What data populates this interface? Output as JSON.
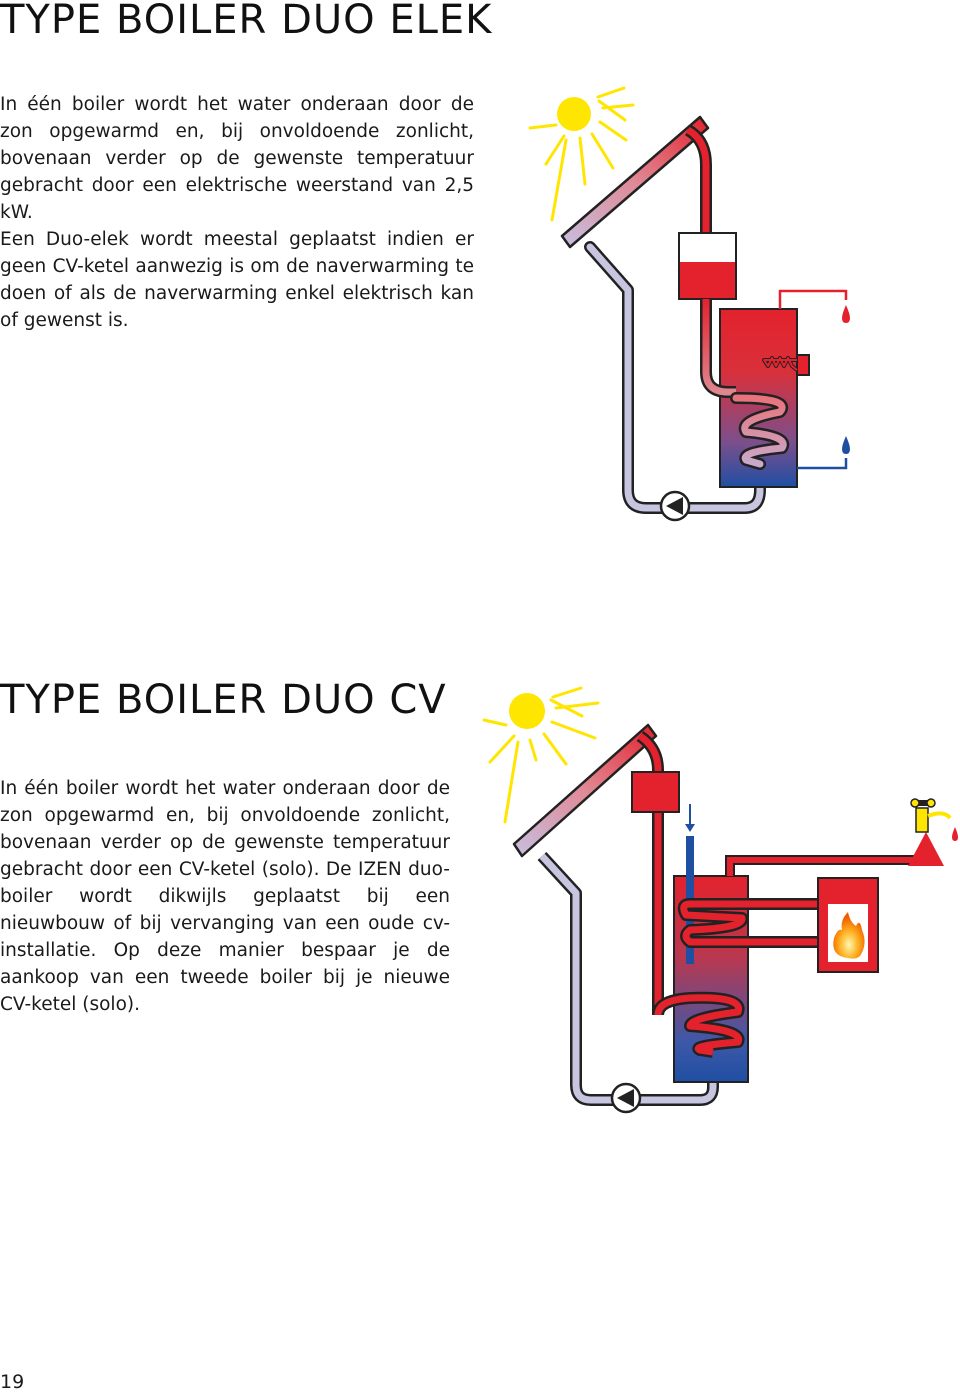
{
  "section1": {
    "title": "TYPE BOILER DUO ELEK",
    "paragraph1": "In één boiler wordt het water onderaan door de zon opgewarmd en, bij onvoldoende zonlicht, bovenaan verder op de gewenste temperatuur gebracht door een elektrische weerstand van 2,5 kW.",
    "paragraph2": "Een Duo-elek wordt meestal geplaatst indien er geen CV-ketel aanwezig is om de naverwarming te doen of als de naverwarming enkel elektrisch kan of gewenst is."
  },
  "section2": {
    "title": "TYPE BOILER DUO CV",
    "paragraph": "In één boiler wordt het water onderaan door de zon opgewarmd en, bij onvoldoende zonlicht, bovenaan verder op de gewenste temperatuur gebracht door een CV-ketel (solo). De IZEN duo-boiler wordt dikwijls geplaatst bij een nieuwbouw of bij vervanging van een oude cv-installatie. Op deze manier bespaar je de aankoop van een tweede boiler bij je nieuwe CV-ketel (solo)."
  },
  "page_number": "19",
  "colors": {
    "hot": "#e3222d",
    "cold": "#1f4fa3",
    "return_pipe": "#c8c5e0",
    "sun": "#ffe600",
    "text": "#1a1a1a"
  },
  "icons": [
    "sun-icon",
    "pump-icon",
    "tap-icon",
    "flame-icon",
    "water-drop-icon",
    "heating-element-icon"
  ]
}
